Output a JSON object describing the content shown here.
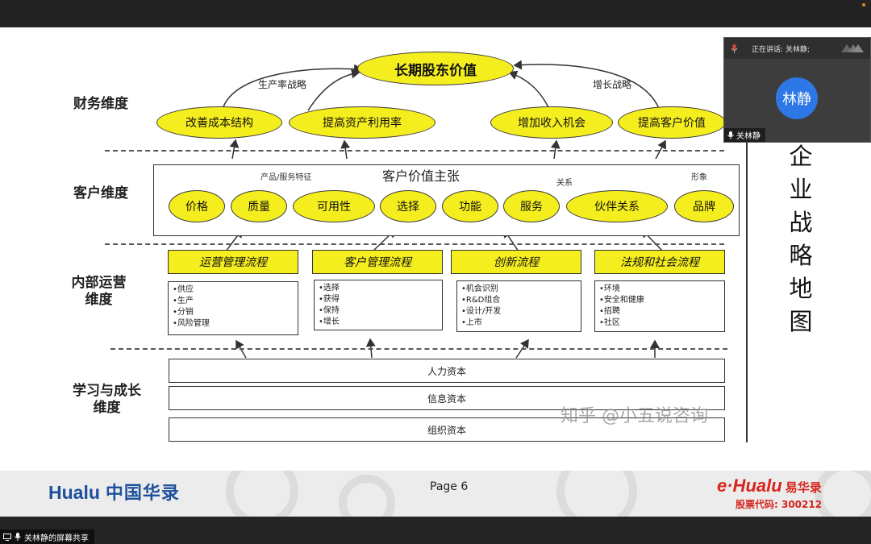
{
  "slide": {
    "vertical_title_chars": [
      "企",
      "业",
      "战",
      "略",
      "地",
      "图"
    ],
    "watermark": "知乎 @小五说咨询",
    "dimensions": {
      "financial": "财务维度",
      "customer": "客户维度",
      "internal_line1": "内部运营",
      "internal_line2": "维度",
      "learning_line1": "学习与成长",
      "learning_line2": "维度"
    },
    "top_goal": "长期股东价值",
    "strategies": {
      "productivity": "生产率战略",
      "growth": "增长战略"
    },
    "financial_ovals": [
      "改善成本结构",
      "提高资产利用率",
      "增加收入机会",
      "提高客户价值"
    ],
    "customer": {
      "title": "客户价值主张",
      "notes": {
        "product": "产品/服务特征",
        "relation": "关系",
        "image": "形象"
      },
      "ovals": [
        "价格",
        "质量",
        "可用性",
        "选择",
        "功能",
        "服务",
        "伙伴关系",
        "品牌"
      ]
    },
    "processes": [
      {
        "title": "运营管理流程",
        "items": [
          "•供应",
          "•生产",
          "•分销",
          "•风险管理"
        ]
      },
      {
        "title": "客户管理流程",
        "items": [
          "•选择",
          "•获得",
          "•保持",
          "•增长"
        ]
      },
      {
        "title": "创新流程",
        "items": [
          "•机会识别",
          "•R&D组合",
          "•设计/开发",
          "•上市"
        ]
      },
      {
        "title": "法规和社会流程",
        "items": [
          "•环境",
          "•安全和健康",
          "•招聘",
          "•社区"
        ]
      }
    ],
    "capitals": [
      "人力资本",
      "信息资本",
      "组织资本"
    ]
  },
  "footer": {
    "hualu_logo": "Hualu",
    "hualu_cn": "中国华录",
    "page": "Page 6",
    "ehualu_logo": "e·Hualu",
    "ehualu_cn": "易华录",
    "stock_code": "股票代码: 300212"
  },
  "meeting": {
    "speaking_label": "正在讲话: 关林静;",
    "avatar_text": "林静",
    "participant_name": "关林静",
    "share_label": "关林静的屏幕共享",
    "avatar_color": "#2d78e6"
  }
}
